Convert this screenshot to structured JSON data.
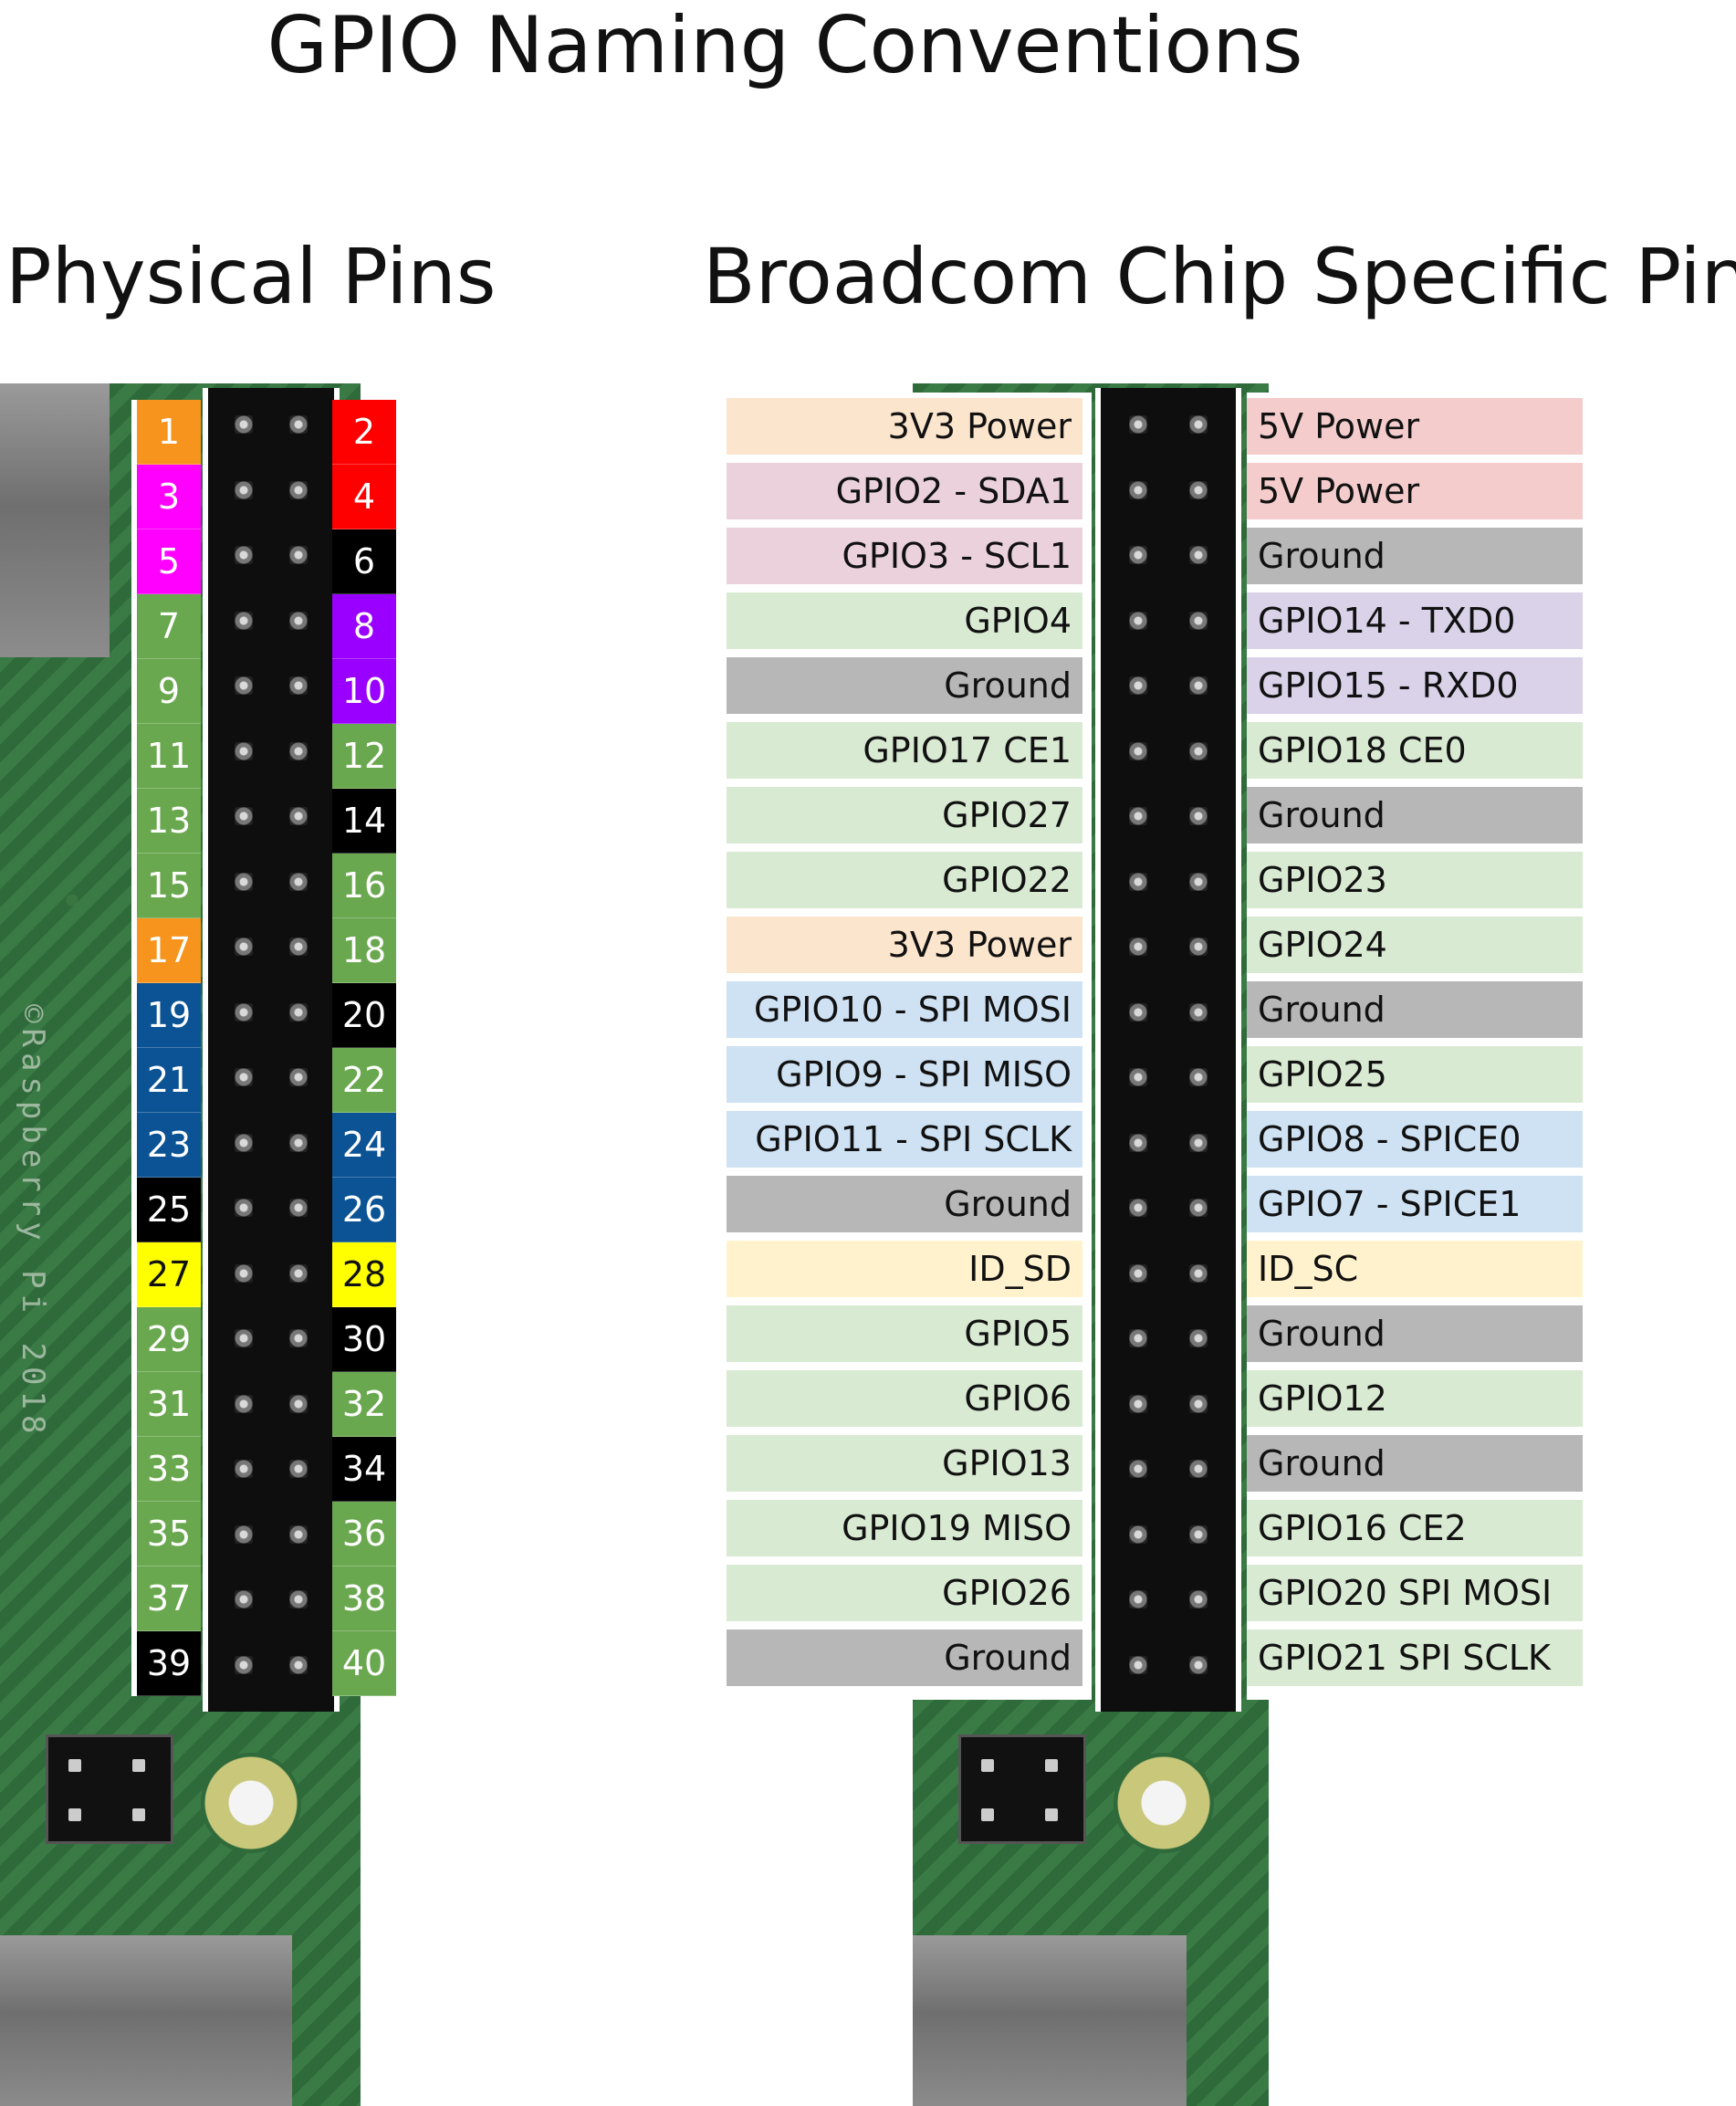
{
  "title": "GPIO Naming Conventions",
  "physical_title": "Physical Pins",
  "broadcom_title": "Broadcom Chip Specific Pins",
  "board_silkscreen": "©Raspberry Pi 2018",
  "colors": {
    "orange": "#f7941d",
    "magenta": "#ff00ff",
    "green": "#6aa84f",
    "purple": "#9900ff",
    "red": "#ff0000",
    "black": "#000000",
    "blue": "#0b5394",
    "yellow": "#ffff00",
    "label_power33": "#fce5cd",
    "label_power5": "#f4cccc",
    "label_i2c": "#ead1dc",
    "label_gpio": "#d9ead3",
    "label_ground": "#b7b7b7",
    "label_uart": "#d9d2e9",
    "label_spi": "#cfe2f3",
    "label_id": "#fff2cc"
  },
  "physical_left": [
    {
      "num": "1",
      "color": "orange"
    },
    {
      "num": "3",
      "color": "magenta"
    },
    {
      "num": "5",
      "color": "magenta"
    },
    {
      "num": "7",
      "color": "green"
    },
    {
      "num": "9",
      "color": "green"
    },
    {
      "num": "11",
      "color": "green"
    },
    {
      "num": "13",
      "color": "green"
    },
    {
      "num": "15",
      "color": "green"
    },
    {
      "num": "17",
      "color": "orange"
    },
    {
      "num": "19",
      "color": "blue"
    },
    {
      "num": "21",
      "color": "blue"
    },
    {
      "num": "23",
      "color": "blue"
    },
    {
      "num": "25",
      "color": "black"
    },
    {
      "num": "27",
      "color": "yellow"
    },
    {
      "num": "29",
      "color": "green"
    },
    {
      "num": "31",
      "color": "green"
    },
    {
      "num": "33",
      "color": "green"
    },
    {
      "num": "35",
      "color": "green"
    },
    {
      "num": "37",
      "color": "green"
    },
    {
      "num": "39",
      "color": "black"
    }
  ],
  "physical_right": [
    {
      "num": "2",
      "color": "red"
    },
    {
      "num": "4",
      "color": "red"
    },
    {
      "num": "6",
      "color": "black"
    },
    {
      "num": "8",
      "color": "purple"
    },
    {
      "num": "10",
      "color": "purple"
    },
    {
      "num": "12",
      "color": "green"
    },
    {
      "num": "14",
      "color": "black"
    },
    {
      "num": "16",
      "color": "green"
    },
    {
      "num": "18",
      "color": "green"
    },
    {
      "num": "20",
      "color": "black"
    },
    {
      "num": "22",
      "color": "green"
    },
    {
      "num": "24",
      "color": "blue"
    },
    {
      "num": "26",
      "color": "blue"
    },
    {
      "num": "28",
      "color": "yellow"
    },
    {
      "num": "30",
      "color": "black"
    },
    {
      "num": "32",
      "color": "green"
    },
    {
      "num": "34",
      "color": "black"
    },
    {
      "num": "36",
      "color": "green"
    },
    {
      "num": "38",
      "color": "green"
    },
    {
      "num": "40",
      "color": "green"
    }
  ],
  "broadcom_left": [
    {
      "label": "3V3 Power",
      "color": "label_power33"
    },
    {
      "label": "GPIO2 - SDA1",
      "color": "label_i2c"
    },
    {
      "label": "GPIO3 - SCL1",
      "color": "label_i2c"
    },
    {
      "label": "GPIO4",
      "color": "label_gpio"
    },
    {
      "label": "Ground",
      "color": "label_ground"
    },
    {
      "label": "GPIO17 CE1",
      "color": "label_gpio"
    },
    {
      "label": "GPIO27",
      "color": "label_gpio"
    },
    {
      "label": "GPIO22",
      "color": "label_gpio"
    },
    {
      "label": "3V3 Power",
      "color": "label_power33"
    },
    {
      "label": "GPIO10 - SPI MOSI",
      "color": "label_spi"
    },
    {
      "label": "GPIO9 - SPI MISO",
      "color": "label_spi"
    },
    {
      "label": "GPIO11 - SPI SCLK",
      "color": "label_spi"
    },
    {
      "label": "Ground",
      "color": "label_ground"
    },
    {
      "label": "ID_SD",
      "color": "label_id"
    },
    {
      "label": "GPIO5",
      "color": "label_gpio"
    },
    {
      "label": "GPIO6",
      "color": "label_gpio"
    },
    {
      "label": "GPIO13",
      "color": "label_gpio"
    },
    {
      "label": "GPIO19 MISO",
      "color": "label_gpio"
    },
    {
      "label": "GPIO26",
      "color": "label_gpio"
    },
    {
      "label": "Ground",
      "color": "label_ground"
    }
  ],
  "broadcom_right": [
    {
      "label": "5V Power",
      "color": "label_power5"
    },
    {
      "label": "5V Power",
      "color": "label_power5"
    },
    {
      "label": "Ground",
      "color": "label_ground"
    },
    {
      "label": "GPIO14 - TXD0",
      "color": "label_uart"
    },
    {
      "label": "GPIO15 - RXD0",
      "color": "label_uart"
    },
    {
      "label": "GPIO18 CE0",
      "color": "label_gpio"
    },
    {
      "label": "Ground",
      "color": "label_ground"
    },
    {
      "label": "GPIO23",
      "color": "label_gpio"
    },
    {
      "label": "GPIO24",
      "color": "label_gpio"
    },
    {
      "label": "Ground",
      "color": "label_ground"
    },
    {
      "label": "GPIO25",
      "color": "label_gpio"
    },
    {
      "label": "GPIO8 - SPICE0",
      "color": "label_spi"
    },
    {
      "label": "GPIO7 - SPICE1",
      "color": "label_spi"
    },
    {
      "label": "ID_SC",
      "color": "label_id"
    },
    {
      "label": "Ground",
      "color": "label_ground"
    },
    {
      "label": "GPIO12",
      "color": "label_gpio"
    },
    {
      "label": "Ground",
      "color": "label_ground"
    },
    {
      "label": "GPIO16 CE2",
      "color": "label_gpio"
    },
    {
      "label": "GPIO20 SPI MOSI",
      "color": "label_gpio"
    },
    {
      "label": "GPIO21 SPI SCLK",
      "color": "label_gpio"
    }
  ]
}
